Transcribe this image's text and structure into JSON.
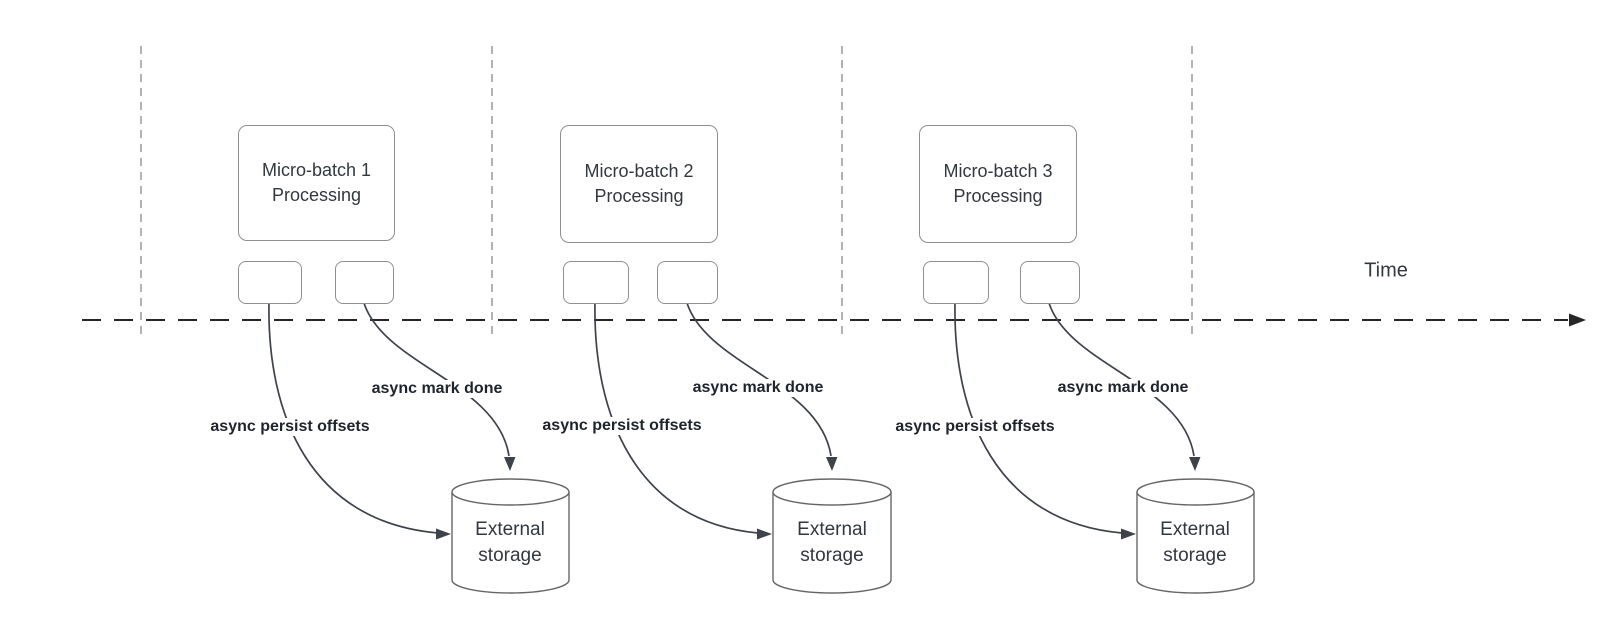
{
  "diagram": {
    "time_label": "Time",
    "groups": [
      {
        "title_line1": "Micro-batch 1",
        "title_line2": "Processing",
        "persist_label": "async persist offsets",
        "mark_label": "async mark done",
        "storage_line1": "External",
        "storage_line2": "storage"
      },
      {
        "title_line1": "Micro-batch 2",
        "title_line2": "Processing",
        "persist_label": "async persist offsets",
        "mark_label": "async mark done",
        "storage_line1": "External",
        "storage_line2": "storage"
      },
      {
        "title_line1": "Micro-batch 3",
        "title_line2": "Processing",
        "persist_label": "async persist offsets",
        "mark_label": "async mark done",
        "storage_line1": "External",
        "storage_line2": "storage"
      }
    ]
  },
  "colors": {
    "shape_border": "#8f8f8f",
    "cylinder_border": "#666666",
    "edge_stroke": "#3e434a",
    "timeline": "#262626",
    "guide_line": "#b3b3b3",
    "text": "#33383f",
    "label_text": "#1f232b"
  }
}
